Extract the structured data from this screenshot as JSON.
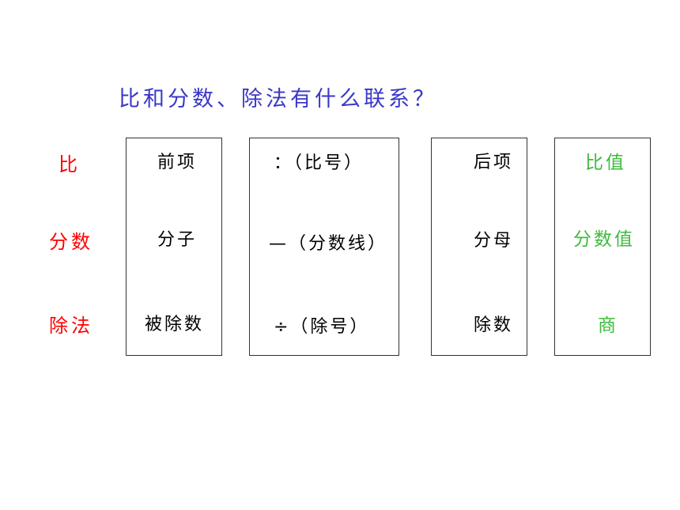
{
  "title": "比和分数、除法有什么联系？",
  "colors": {
    "title": "#3a37c8",
    "row_labels": "#ff0000",
    "result_column": "#3dbb3d",
    "text": "#000000",
    "box_border": "#333333"
  },
  "rows": [
    {
      "label": "比"
    },
    {
      "label": "分数"
    },
    {
      "label": "除法"
    }
  ],
  "columns": [
    {
      "cells": [
        "前项",
        "分子",
        "被除数"
      ]
    },
    {
      "cells": [
        "：（比号）",
        "—（分数线）",
        "÷（除号）"
      ]
    },
    {
      "cells": [
        "后项",
        "分母",
        "除数"
      ]
    },
    {
      "cells": [
        "比值",
        "分数值",
        "商"
      ]
    }
  ]
}
